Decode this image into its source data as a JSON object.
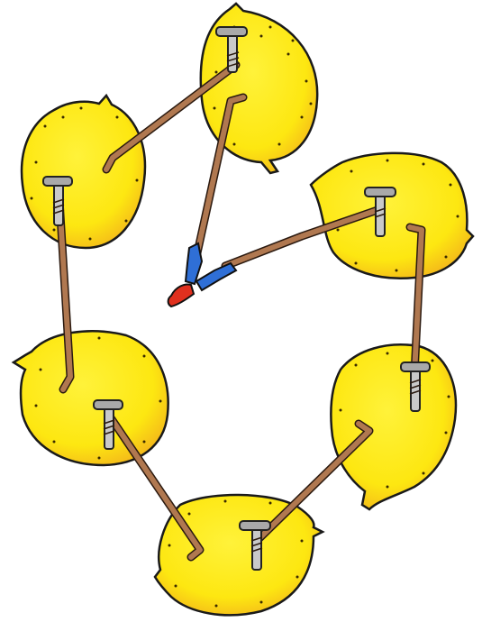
{
  "image": {
    "subject": "lemon-battery-circuit",
    "colors": {
      "lemon": "#fde711",
      "lemon_shade": "#f4b81a",
      "pit": "#3a2a00",
      "wire": "#b07850",
      "outline": "#1a1a1a",
      "nail": "#c9c9c9",
      "clip_blue": "#2f6fd6",
      "clip_red": "#e0301e"
    },
    "lemons": [
      {
        "id": "top"
      },
      {
        "id": "upper-left"
      },
      {
        "id": "right"
      },
      {
        "id": "lower-left"
      },
      {
        "id": "lower-right"
      },
      {
        "id": "bottom"
      }
    ]
  }
}
